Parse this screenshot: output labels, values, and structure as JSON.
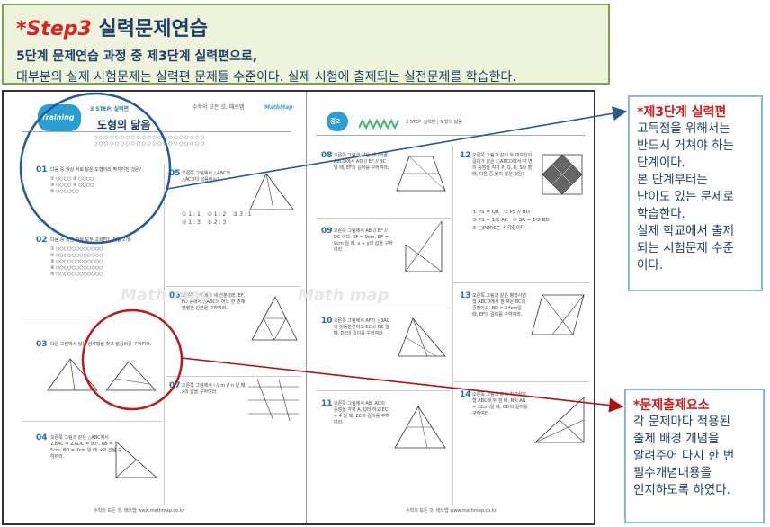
{
  "banner": {
    "star": "*",
    "step": "Step3",
    "title": "실력문제연습",
    "line1": "5단계 문제연습 과정 중 제3단계 실력편으로,",
    "line2": "대부분의 실제 시험문제는 실력편 문제들 수준이다. 실제 시험에 출제되는 실전문제를 학습한다."
  },
  "left_page": {
    "badge_label": "Training",
    "step_label": "3 STEP. 실력편",
    "unit_title": "도형의 닮음",
    "header_right": "수학의 모든 것, 매쓰맵",
    "brand": "MathMap",
    "questions": [
      {
        "num": "01",
        "text": "다음 중 항상 서로 닮은 도형끼리 짝지어진 것은?"
      },
      {
        "num": "02",
        "text": "다음 중 옳은 것을 모두 고르면? (정답 2개)"
      },
      {
        "num": "03",
        "text": "다음 그림에서 닮은 삼각형을 찾고 닮음비를 구하여라."
      },
      {
        "num": "04",
        "text": "오른쪽 그림과 같은 △ABC에서 ∠BAC = ∠ADC = 90°, AB = 5cm, BD = 1cm 일 때, x의 값을 구하여라."
      },
      {
        "num": "05",
        "text": "오른쪽 그림에서 △ABC와 △ACD의 닮음비는?"
      },
      {
        "num": "06",
        "text": "오른쪽 그림에서 세 선분 DE, EF, FD 중에서 △ABC의 어느 한 변에 평행한 선분을 구하여라."
      },
      {
        "num": "07",
        "text": "오른쪽 그림에서 l // m // n 일 때, x의 값을 구하여라."
      }
    ],
    "options_05": [
      "① 1 : 1",
      "② 1 : 2",
      "③ 3 : 1",
      "④ 1 : 3",
      "⑤ 2 : 3"
    ],
    "footer": "수학의 모든 것, 매쓰맵 www.mathmap.co.kr"
  },
  "right_page": {
    "badge_label": "중2",
    "step_label": "3 STEP. 실력편 | 도형의 닮음",
    "questions": [
      {
        "num": "08",
        "text": "오른쪽 그림과 같은 사다리꼴 ABCD에서 AD // EF // BC 일 때, EF의 길이를 구하여라."
      },
      {
        "num": "09",
        "text": "오른쪽 그림에서 AB // EF // DC 이다. EF = 9cm, BF = 9cm 일 때, x + y의 값을 구하여라."
      },
      {
        "num": "10",
        "text": "오른쪽 그림에서 AF가 △BAC의 이등분선이고 EC // DE 일 때, DE의 길이를 구하여라."
      },
      {
        "num": "11",
        "text": "오른쪽 그림에서 AB, AC의 중점을 각각 A, Q라 하고 EC = 4 일 때, EC의 길이를 구하여라."
      },
      {
        "num": "12",
        "text": "오른쪽 그림과 같이 두 대각선의 길이가 같은 □ABCD에서 각 변의 중점을 각각 P, Q, R, S라 할 때, 다음 중 옳지 않은 것은?"
      },
      {
        "num": "13",
        "text": "오른쪽 그림과 같은 평행사변형 ABCD에서 점 M은 BC의 중점이고, BD = 24cm일 때, EF의 길이를 구하여라."
      },
      {
        "num": "14",
        "text": "오른쪽 그림과 같이 직각삼각형 ABC에 두 점 M, N이 AB = 12cm일 때, OD의 길이를 구하여라."
      }
    ],
    "options_12": [
      "① PS = QR",
      "② PS // BD",
      "③ PS = 1/2 AC",
      "④ SR = 1/2 BD",
      "⑤ □PQRS는 사각형이다."
    ],
    "footer": "수학의 모든 것, 매쓰맵 www.mathmap.co.kr"
  },
  "watermark": "Math map",
  "callout1": {
    "head": "*제3단계 실력편",
    "body_lines": [
      "고득점을 위해서는",
      "반드시 거쳐야 하는",
      "단계이다.",
      "본 단계부터는",
      "난이도 있는 문제로",
      "학습한다.",
      "실제 학교에서 출제",
      "되는 시험문제 수준",
      "이다."
    ]
  },
  "callout2": {
    "head": "*문제출제요소",
    "body_lines": [
      "각 문제마다 적용된",
      "출제 배경 개념을",
      "알려주어 다시 한 번",
      "필수개념내용을",
      "인지하도록 하였다."
    ]
  },
  "colors": {
    "banner_bg": "#eef3dc",
    "banner_border": "#7fa24a",
    "accent_red": "#e02020",
    "text_navy": "#1f3f6a",
    "circle_blue": "#1f5a9e",
    "circle_red": "#c01818",
    "arrow_blue": "#2a5a8a",
    "arrow_red": "#b01010"
  }
}
